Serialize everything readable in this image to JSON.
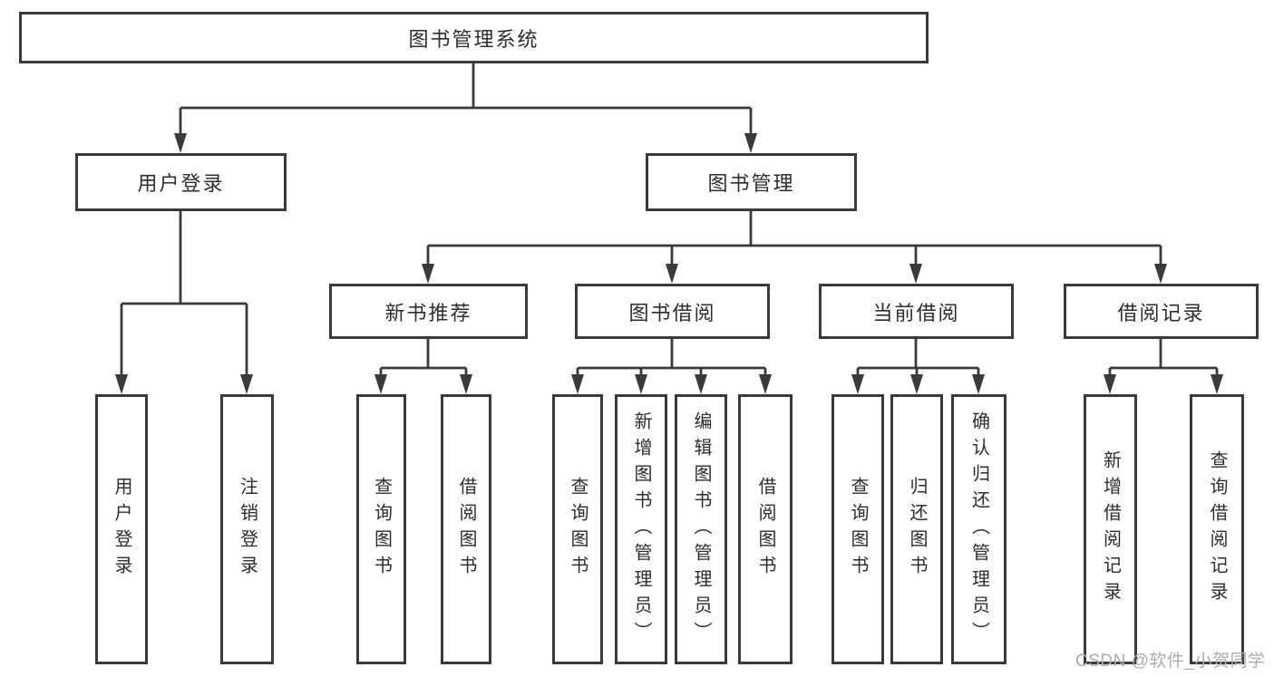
{
  "diagram": {
    "root": {
      "label": "图书管理系统"
    },
    "level2": {
      "user_login": {
        "label": "用户登录"
      },
      "book_management": {
        "label": "图书管理"
      }
    },
    "level3": {
      "new_book_recommend": {
        "label": "新书推荐",
        "parent": "图书管理"
      },
      "book_borrowing": {
        "label": "图书借阅",
        "parent": "图书管理"
      },
      "current_borrowing": {
        "label": "当前借阅",
        "parent": "图书管理"
      },
      "borrowing_records": {
        "label": "借阅记录",
        "parent": "图书管理"
      }
    },
    "leaves": {
      "user_login_leaf": {
        "label": "用户登录",
        "parent": "用户登录"
      },
      "logout_leaf": {
        "label": "注销登录",
        "parent": "用户登录"
      },
      "query_books_recommend": {
        "label": "查询图书",
        "parent": "新书推荐"
      },
      "borrow_books_recommend": {
        "label": "借阅图书",
        "parent": "新书推荐"
      },
      "query_books_borrowing": {
        "label": "查询图书",
        "parent": "图书借阅"
      },
      "add_books_admin": {
        "label": "新增图书（管理员）",
        "parent": "图书借阅"
      },
      "edit_books_admin": {
        "label": "编辑图书（管理员）",
        "parent": "图书借阅"
      },
      "borrow_books_borrowing": {
        "label": "借阅图书",
        "parent": "图书借阅"
      },
      "query_books_current": {
        "label": "查询图书",
        "parent": "当前借阅"
      },
      "return_books": {
        "label": "归还图书",
        "parent": "当前借阅"
      },
      "confirm_return_admin": {
        "label": "确认归还（管理员）",
        "parent": "当前借阅"
      },
      "add_borrow_record": {
        "label": "新增借阅记录",
        "parent": "借阅记录"
      },
      "query_borrow_record": {
        "label": "查询借阅记录",
        "parent": "借阅记录"
      }
    }
  },
  "watermark": {
    "text": "CSDN @软件_小贺同学"
  },
  "colors": {
    "line": "#3a3a3a",
    "box_border": "#3a3a3a",
    "text": "#2d2d2d",
    "watermark": "#ababab",
    "background": "#ffffff"
  }
}
